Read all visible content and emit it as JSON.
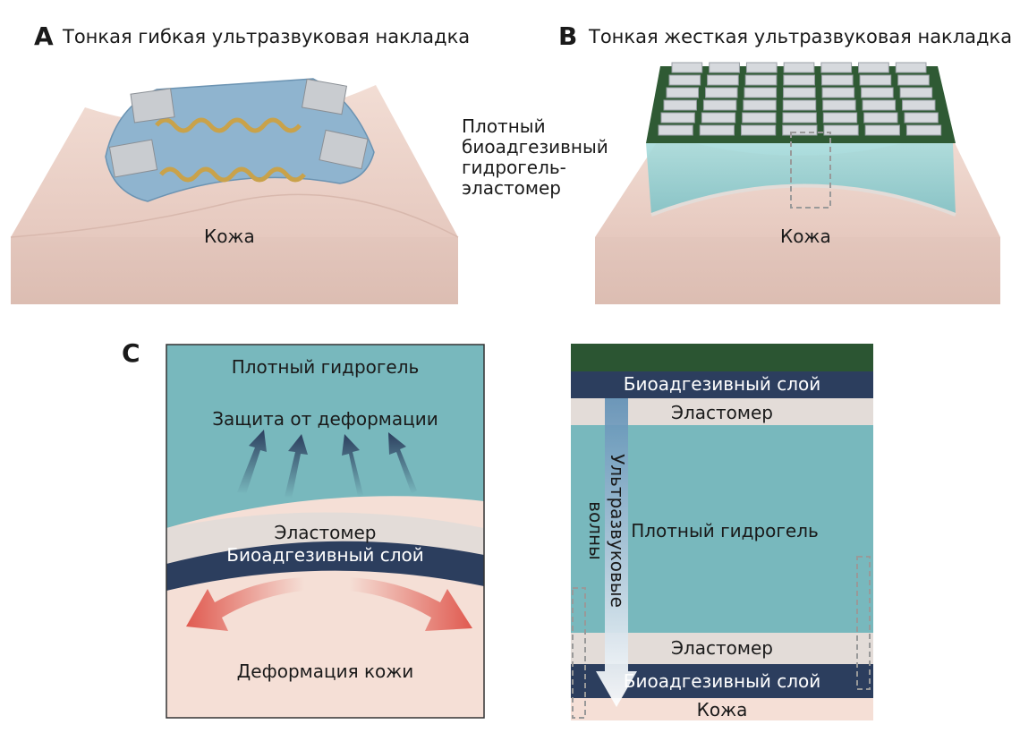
{
  "panel_a": {
    "letter": "A",
    "title": "Тонкая гибкая ультразвуковая накладка",
    "skin_label": "Кожа"
  },
  "panel_b": {
    "letter": "B",
    "title": "Тонкая жесткая ультразвуковая накладка",
    "callout_line1": "Плотный",
    "callout_line2": "биоадгезивный",
    "callout_line3": "гидрогель-",
    "callout_line4": "эластомер",
    "skin_label": "Кожа"
  },
  "panel_c": {
    "letter": "C",
    "left": {
      "hydrogel_label": "Плотный гидрогель",
      "protection_label": "Защита от деформации",
      "elastomer_label": "Эластомер",
      "bioadhesive_label": "Биоадгезивный слой",
      "skin_deformation_label": "Деформация кожи"
    },
    "right": {
      "bioadhesive_top_label": "Биоадгезивный слой",
      "elastomer_top_label": "Эластомер",
      "hydrogel_label": "Плотный гидрогель",
      "wave_label": "Ультразвуковые волны",
      "elastomer_bottom_label": "Эластомер",
      "bioadhesive_bottom_label": "Биоадгезивный слой",
      "skin_label": "Кожа"
    }
  },
  "colors": {
    "skin": "#e8cfc6",
    "hydrogel": "#78b8bd",
    "elastomer": "#e3dcd8",
    "bioadhesive": "#2c3e5e",
    "transducer_frame": "#2f5a34",
    "flexible_patch": "#8fb4cf",
    "wave_arrow": "#e05a50"
  }
}
